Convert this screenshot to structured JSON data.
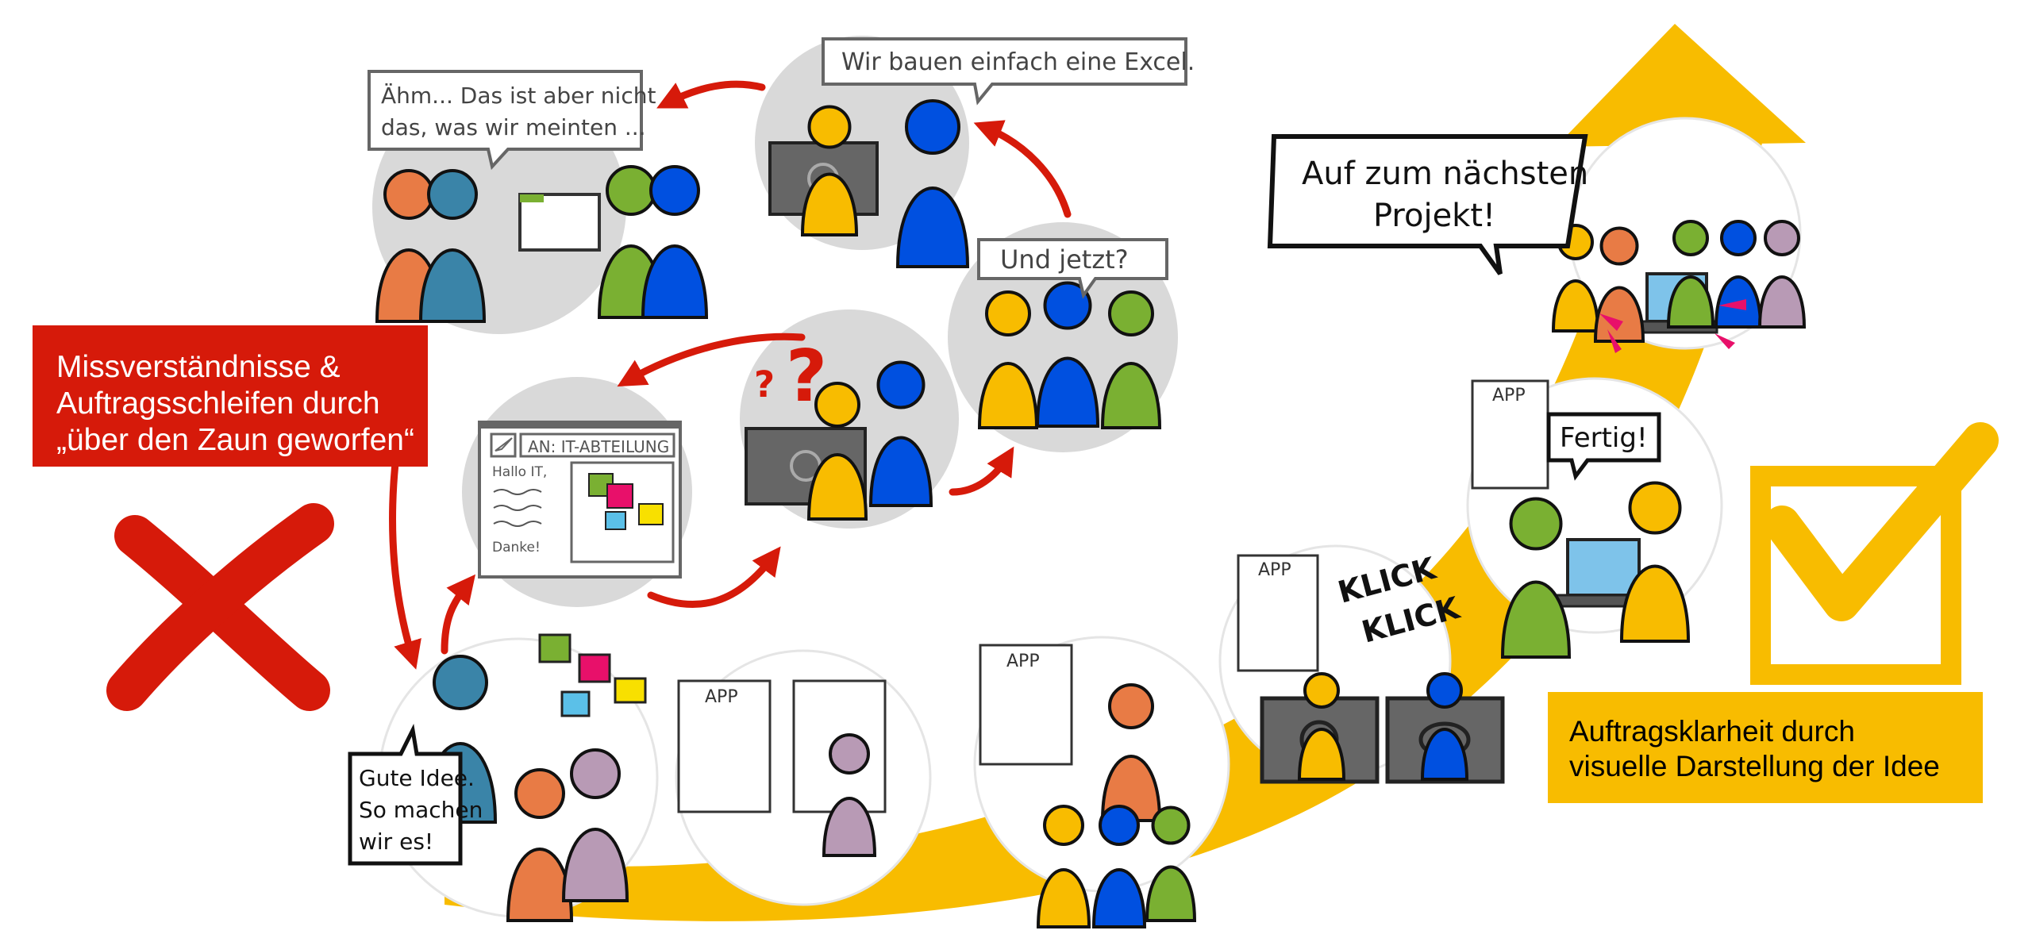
{
  "colors": {
    "problem_red": "#D61A0A",
    "solution_yellow": "#F8BC00",
    "loop_gray": "#D9D9D9",
    "orange": "#E87B45",
    "teal": "#3A84A8",
    "green": "#7AB032",
    "blue": "#0050E0",
    "yellow": "#F8BC00",
    "purple": "#B89AB5",
    "pink": "#E8106A"
  },
  "problem_caption": {
    "lines": [
      "Missverständnisse &",
      "Auftragsschleifen durch",
      "„über den Zaun geworfen“"
    ]
  },
  "solution_caption": {
    "lines": [
      "Auftragsklarheit durch",
      "visuelle Darstellung der Idee"
    ]
  },
  "bubbles": {
    "excel": "Wir bauen einfach eine Excel.",
    "not_meant": [
      "Ähm... Das ist aber nicht",
      "das, was wir meinten ..."
    ],
    "und_jetzt": "Und jetzt?",
    "gute_idee": [
      "Gute Idee.",
      "So machen",
      "wir es!"
    ],
    "klick": [
      "KLICK",
      "KLICK"
    ],
    "fertig": "Fertig!",
    "next_project": [
      "Auf zum nächsten",
      "Projekt!"
    ]
  },
  "email": {
    "to": "AN: IT-ABTEILUNG",
    "greeting": "Hallo IT,",
    "closing": "Danke!"
  },
  "mockup_label": "APP",
  "icons": [
    "cross-icon",
    "checkmark-icon",
    "question-mark-icon",
    "send-icon",
    "laptop-icon"
  ]
}
